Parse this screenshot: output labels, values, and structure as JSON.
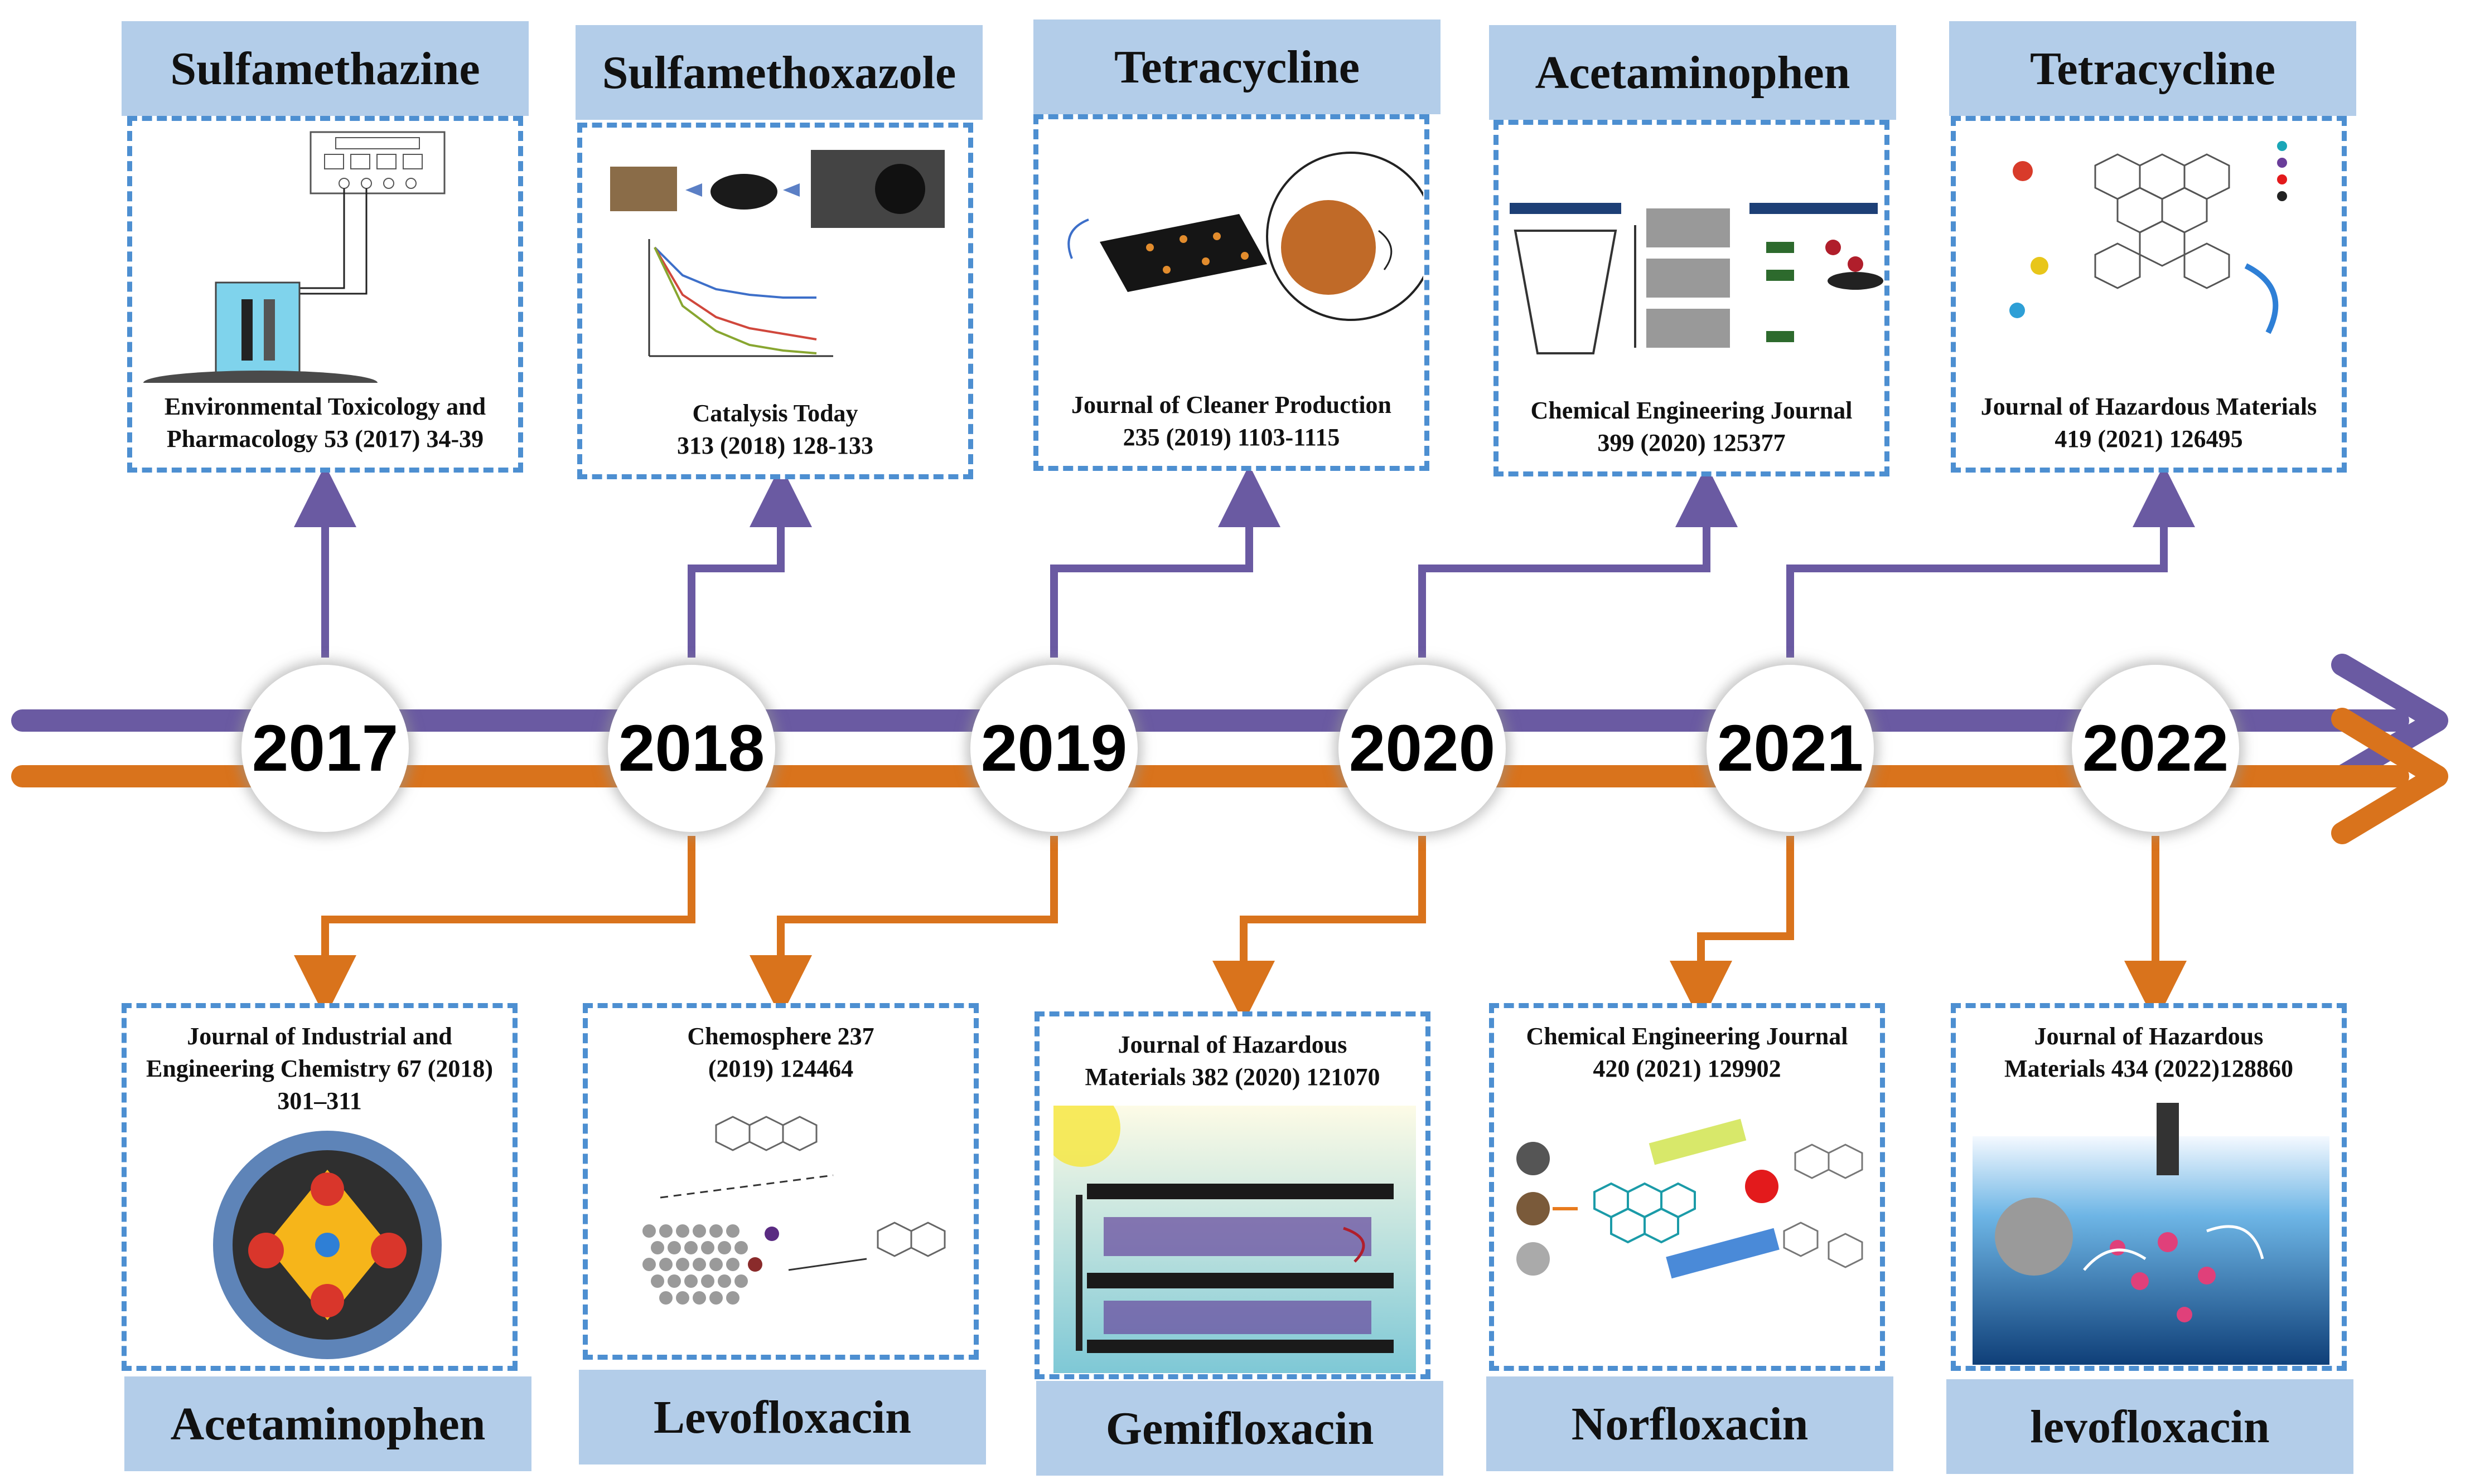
{
  "timeline": {
    "years": [
      "2017",
      "2018",
      "2019",
      "2020",
      "2021",
      "2022"
    ],
    "colors": {
      "purple": "#6a5aa2",
      "orange": "#d9731c",
      "card_border": "#4d8fd1",
      "title_fill": "#b3cde9"
    }
  },
  "top_entries": [
    {
      "compound": "Sulfamethazine",
      "journal": [
        "Environmental Toxicology and",
        "Pharmacology 53 (2017) 34-39"
      ]
    },
    {
      "compound": "Sulfamethoxazole",
      "journal": [
        "Catalysis Today",
        "313 (2018) 128-133"
      ]
    },
    {
      "compound": "Tetracycline",
      "journal": [
        "Journal of Cleaner Production",
        "235 (2019) 1103-1115"
      ]
    },
    {
      "compound": "Acetaminophen",
      "journal": [
        "Chemical Engineering Journal",
        "399 (2020) 125377"
      ]
    },
    {
      "compound": "Tetracycline",
      "journal": [
        "Journal of Hazardous Materials",
        "419 (2021) 126495"
      ]
    }
  ],
  "bottom_entries": [
    {
      "compound": "Acetaminophen",
      "journal": [
        "Journal of Industrial and",
        "Engineering Chemistry 67 (2018)",
        "301–311"
      ]
    },
    {
      "compound": "Levofloxacin",
      "journal": [
        "Chemosphere 237",
        "(2019) 124464"
      ]
    },
    {
      "compound": "Gemifloxacin",
      "journal": [
        "Journal of Hazardous",
        "Materials 382 (2020) 121070"
      ]
    },
    {
      "compound": "Norfloxacin",
      "journal": [
        "Chemical Engineering Journal",
        "420 (2021) 129902"
      ]
    },
    {
      "compound": "levofloxacin",
      "journal": [
        "Journal of Hazardous",
        "Materials 434 (2022)128860"
      ]
    }
  ]
}
